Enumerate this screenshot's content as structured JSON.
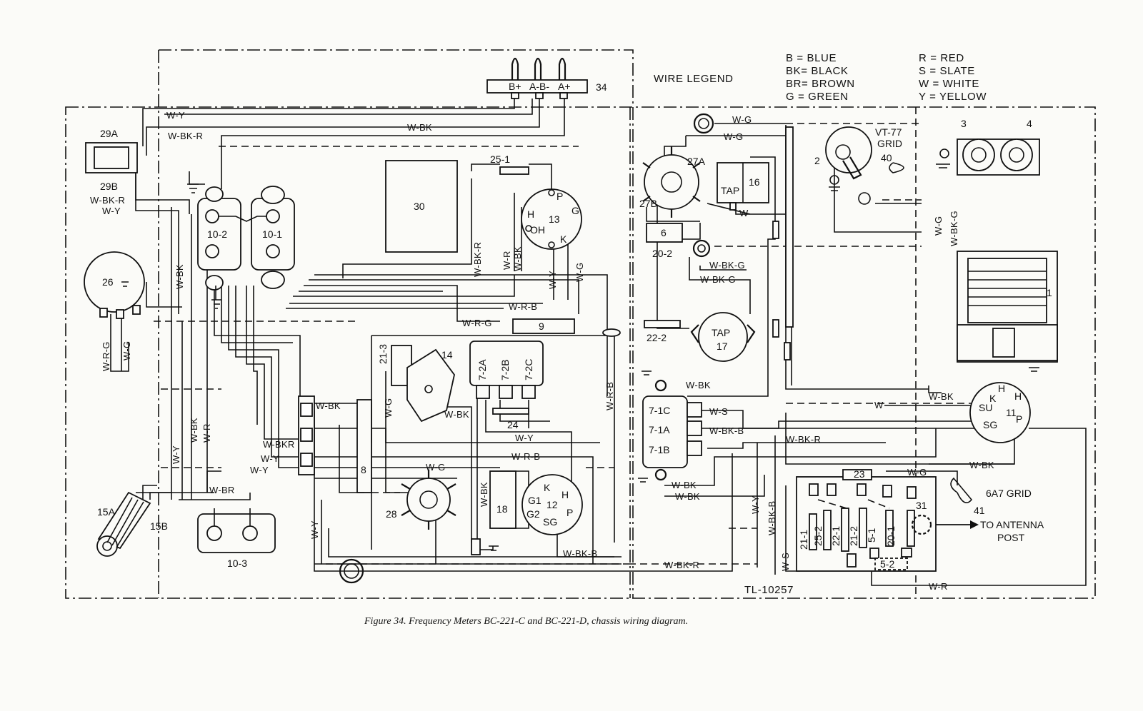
{
  "legend": {
    "heading": "WIRE LEGEND",
    "left": [
      "B = BLUE",
      "BK= BLACK",
      "BR= BROWN",
      "G = GREEN"
    ],
    "right": [
      "R = RED",
      "S = SLATE",
      "W = WHITE",
      "Y = YELLOW"
    ]
  },
  "components": {
    "c34": "34",
    "b_plus": "B+",
    "a_minus_b_minus": "A-B-",
    "a_plus": "A+",
    "c29a": "29A",
    "c29b": "29B",
    "c30": "30",
    "c25_1": "25-1",
    "c13": "13",
    "pin_p": "P",
    "pin_h": "H",
    "pin_oh": "OH",
    "pin_k": "K",
    "pin_g": "G",
    "c10_2": "10-2",
    "c10_1": "10-1",
    "c26": "26",
    "c9": "9",
    "c14": "14",
    "c21_3": "21-3",
    "c7_2a": "7-2A",
    "c7_2b": "7-2B",
    "c7_2c": "7-2C",
    "c24": "24",
    "c8": "8",
    "c18": "18",
    "c28": "28",
    "c12": "12",
    "pin_g1": "G1",
    "pin_g2": "G2",
    "pin_sg": "SG",
    "pin_su": "SU",
    "c15a": "15A",
    "c15b": "15B",
    "c10_3": "10-3",
    "c27a": "27A",
    "c27b": "27B",
    "tap": "TAP",
    "c16": "16",
    "c6": "6",
    "c20_2": "20-2",
    "c22_2": "22-2",
    "tap17": "TAP",
    "c17": "17",
    "c2": "2",
    "vt77": "VT-77",
    "grid": "GRID",
    "c40": "40",
    "c3": "3",
    "c4": "4",
    "c1": "1",
    "c7_1c": "7-1C",
    "c7_1a": "7-1A",
    "c7_1b": "7-1B",
    "c11": "11",
    "c23": "23",
    "c21_1": "21-1",
    "c25_2": "25-2",
    "c22_1": "22-1",
    "c21_2": "21-2",
    "c5_1": "5-1",
    "c20_1": "20-1",
    "c31": "31",
    "c5_2": "5-2",
    "c6a7": "6A7 GRID",
    "c41": "41",
    "antenna1": "TO ANTENNA",
    "antenna2": "POST"
  },
  "wires": {
    "w_y": "W-Y",
    "w_bk": "W-BK",
    "w_bk_r": "W-BK-R",
    "w_r_b": "W-R-B",
    "w_r_g": "W-R-G",
    "w_g": "W-G",
    "w_r": "W-R",
    "w_br": "W-BR",
    "w_bkr": "W-BKR",
    "w_s": "W-S",
    "w_bk_b": "W-BK-B",
    "w_bk_g": "W-BK-G",
    "w": "W",
    "w_bk_g2": "W-BK-G"
  },
  "tl_number": "TL-10257",
  "caption": "Figure 34.   Frequency Meters BC-221-C and BC-221-D, chassis wiring diagram."
}
